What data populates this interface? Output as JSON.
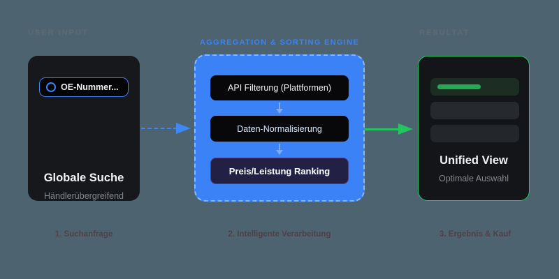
{
  "background": "#4d6470",
  "user_input": {
    "label": "USER INPUT",
    "search_placeholder": "OE-Nummer...",
    "title": "Globale Suche",
    "subtitle": "Händlerübergreifend",
    "caption": "1. Suchanfrage"
  },
  "engine": {
    "label": "AGGREGATION & SORTING ENGINE",
    "steps": [
      {
        "label": "API Filterung (Plattformen)"
      },
      {
        "label": "Daten-Normalisierung"
      },
      {
        "label": "Preis/Leistung Ranking"
      }
    ],
    "caption": "2. Intelligente Verarbeitung"
  },
  "result": {
    "label": "RESULTAT",
    "title": "Unified View",
    "subtitle": "Optimale Auswahl",
    "caption": "3. Ergebnis & Kauf"
  },
  "icons": {
    "search": "circle-ring",
    "flow_down": "down-arrow-triangle",
    "flow_right_dashed": "dashed-arrow-right",
    "flow_right_solid": "solid-arrow-right"
  },
  "colors": {
    "background": "#4d6470",
    "accent_blue": "#3b82f6",
    "accent_green": "#22c55e",
    "card_dark": "#17181c",
    "step_black": "#08080a",
    "ranking_purple_bg": "#232045",
    "ranking_purple_border": "#4a4284",
    "muted_label": "#5e6a72",
    "caption_text": "#4e4147"
  }
}
